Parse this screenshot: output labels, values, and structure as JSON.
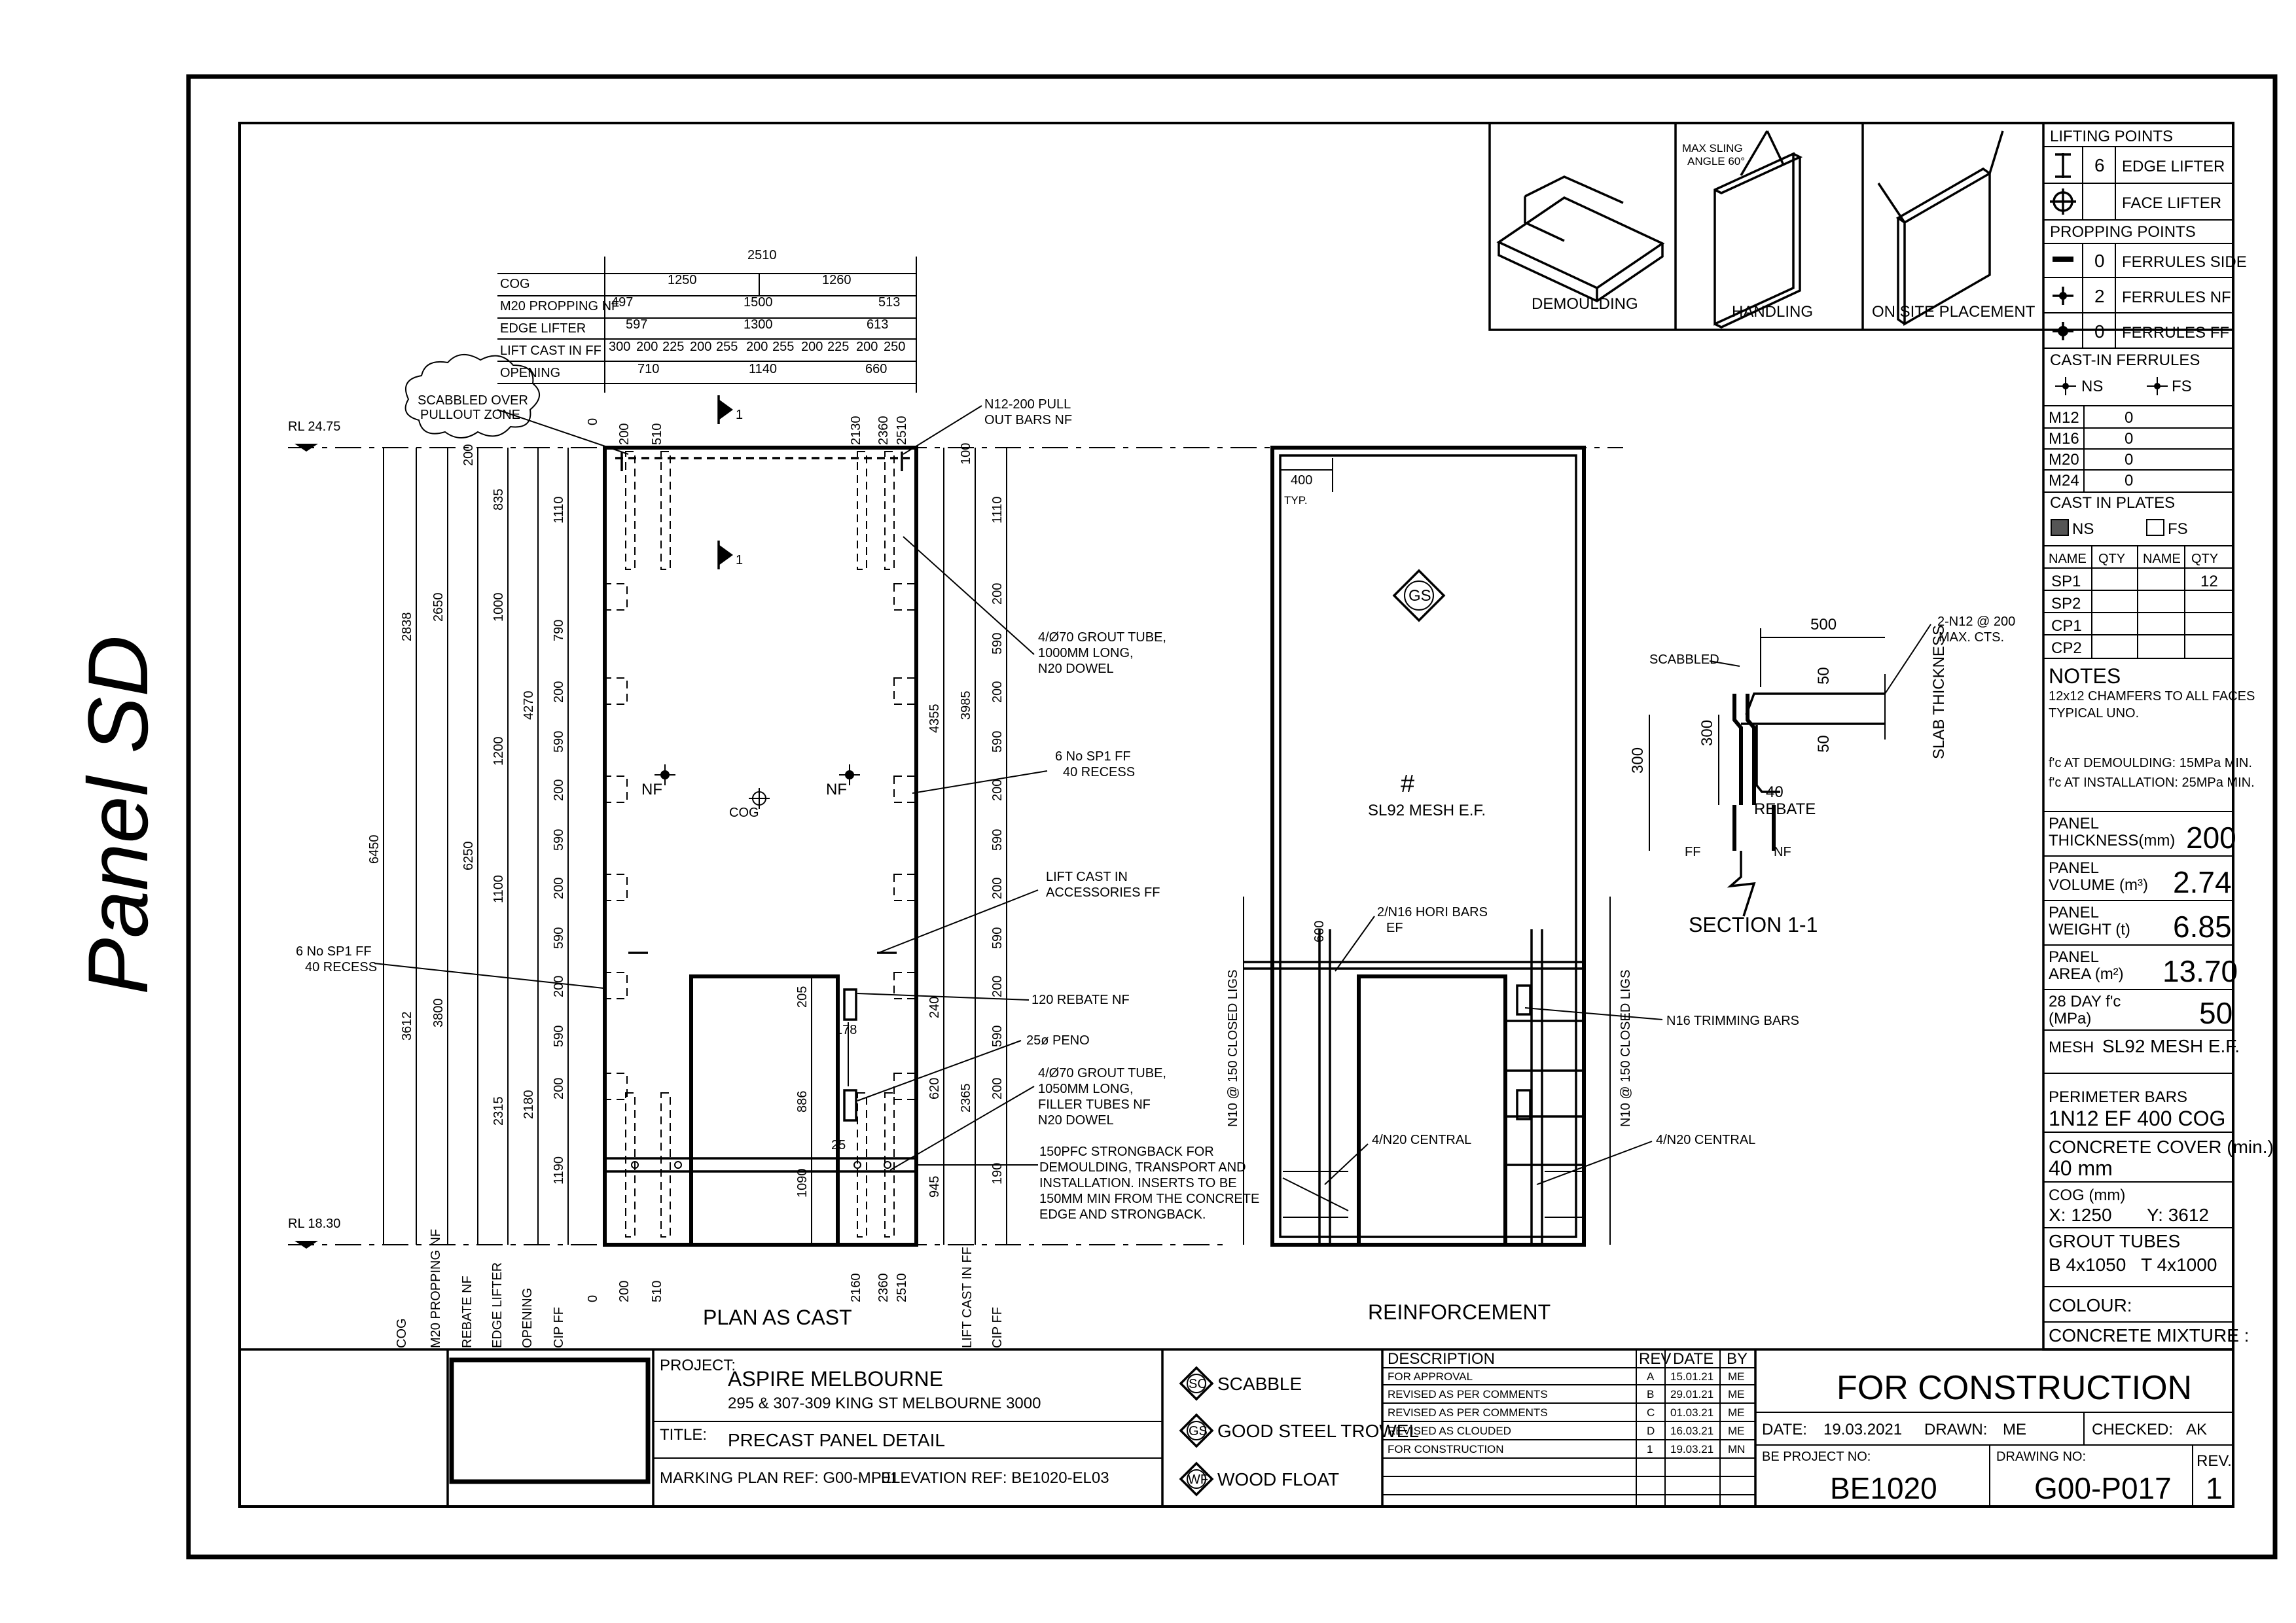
{
  "side_title": "Panel SD",
  "views": {
    "plan_label": "PLAN AS CAST",
    "reinforcement_label": "REINFORCEMENT",
    "section_label": "SECTION 1-1",
    "demoulding": "DEMOULDING",
    "handling": "HANDLING",
    "on_site": "ON SITE PLACEMENT",
    "max_sling": "MAX SLING",
    "angle": "ANGLE 60°"
  },
  "levels": {
    "top": "RL 24.75",
    "bottom": "RL 18.30"
  },
  "top_dim_rows": {
    "overall": "2510",
    "cog": {
      "label": "COG",
      "values": [
        "1250",
        "1260"
      ]
    },
    "propping": {
      "label": "M20 PROPPING NF",
      "values": [
        "497",
        "1500",
        "513"
      ]
    },
    "edge_lifter": {
      "label": "EDGE LIFTER",
      "values": [
        "597",
        "1300",
        "613"
      ]
    },
    "lift_cast": {
      "label": "LIFT CAST IN FF",
      "values": [
        "300",
        "200",
        "225",
        "200",
        "255",
        "200",
        "255",
        "200",
        "225",
        "200",
        "250"
      ]
    },
    "opening": {
      "label": "OPENING",
      "values": [
        "710",
        "1140",
        "660"
      ]
    }
  },
  "plan_dims": {
    "top_marks": [
      "0",
      "200",
      "510",
      "2130",
      "2360",
      "2510"
    ],
    "bottom_marks": [
      "0",
      "200",
      "510",
      "2160",
      "2360",
      "2510"
    ],
    "left_vertical": [
      "6450",
      "2838",
      "3612",
      "2650",
      "3800",
      "6250",
      "200",
      "835",
      "1000",
      "1200",
      "1100",
      "2315",
      "4270",
      "2180",
      "1110",
      "790",
      "200",
      "590",
      "200",
      "590",
      "200",
      "590",
      "200",
      "590",
      "200",
      "1190"
    ],
    "right_vertical": [
      "1110",
      "200",
      "590",
      "200",
      "590",
      "200",
      "590",
      "200",
      "590",
      "200",
      "590",
      "200",
      "190",
      "4355",
      "3985",
      "620",
      "2365",
      "945",
      "240",
      "100"
    ],
    "opening_dims": [
      "205",
      "886",
      "1090",
      "178",
      "25"
    ],
    "typ": "400",
    "typ_label": "TYP.",
    "reinf_opening_dim": "600"
  },
  "plan_labels": {
    "cog": "COG",
    "nf": "NF",
    "marker_1": "1",
    "bottom_labels": [
      "COG",
      "M20 PROPPING NF",
      "REBATE NF",
      "EDGE LIFTER",
      "OPENING",
      "CIP FF"
    ],
    "bottom_right_labels": [
      "LIFT CAST IN FF",
      "CIP FF"
    ]
  },
  "callouts": {
    "scabbled": "SCABBLED OVER\nPULLOUT ZONE",
    "pull_out": "N12-200 PULL\nOUT BARS NF",
    "grout_tube_1": "4/Ø70 GROUT TUBE,\n1000MM LONG,\nN20 DOWEL",
    "sp1_right": "6 No SP1 FF\n40 RECESS",
    "lift_cast": "LIFT CAST IN\nACCESSORIES FF",
    "sp1_left": "6 No SP1 FF\n40 RECESS",
    "rebate": "120 REBATE NF",
    "peno": "25ø PENO",
    "grout_tube_2": "4/Ø70 GROUT TUBE,\n1050MM LONG,\nFILLER TUBES NF\nN20 DOWEL",
    "strongback": "150PFC STRONGBACK FOR\nDEMOULDING, TRANSPORT AND\nINSTALLATION. INSERTS TO BE\n150MM MIN FROM THE CONCRETE\nEDGE AND STRONGBACK."
  },
  "reinforcement": {
    "mesh": "SL92 MESH E.F.",
    "hori_bars": "2/N16 HORI BARS\nEF",
    "trimming": "N16 TRIMMING BARS",
    "central_1": "4/N20 CENTRAL",
    "central_2": "4/N20 CENTRAL",
    "closed_ligs_1": "N10 @ 150 CLOSED LIGS",
    "closed_ligs_2": "N10 @ 150 CLOSED LIGS",
    "gs": "GS"
  },
  "section": {
    "dim_500": "500",
    "dim_300a": "300",
    "dim_300b": "300",
    "dim_50a": "50",
    "dim_50b": "50",
    "dim_40": "40",
    "rebate": "REBATE",
    "scabbled": "SCABBLED",
    "bars": "2-N12 @ 200\nMAX. CTS.",
    "slab": "SLAB THICKNESS",
    "ff": "FF",
    "nf": "NF"
  },
  "side_table": {
    "lifting_title": "LIFTING POINTS",
    "lifting": [
      {
        "qty": "6",
        "label": "EDGE LIFTER"
      },
      {
        "qty": "",
        "label": "FACE LIFTER"
      }
    ],
    "propping_title": "PROPPING POINTS",
    "propping": [
      {
        "qty": "0",
        "label": "FERRULES SIDE"
      },
      {
        "qty": "2",
        "label": "FERRULES NF"
      },
      {
        "qty": "0",
        "label": "FERRULES FF"
      }
    ],
    "cast_in_ferrules": "CAST-IN FERRULES",
    "ns": "NS",
    "fs": "FS",
    "ferrules": [
      {
        "size": "M12",
        "qty": "0"
      },
      {
        "size": "M16",
        "qty": "0"
      },
      {
        "size": "M20",
        "qty": "0"
      },
      {
        "size": "M24",
        "qty": "0"
      }
    ],
    "cast_in_plates": "CAST IN PLATES",
    "plate_headers": [
      "NAME",
      "QTY",
      "NAME",
      "QTY"
    ],
    "plates": [
      {
        "name": "SP1",
        "qty": "",
        "name2": "",
        "qty2": "12"
      },
      {
        "name": "SP2",
        "qty": "",
        "name2": "",
        "qty2": ""
      },
      {
        "name": "CP1",
        "qty": "",
        "name2": "",
        "qty2": ""
      },
      {
        "name": "CP2",
        "qty": "",
        "name2": "",
        "qty2": ""
      }
    ],
    "notes_title": "NOTES",
    "notes": [
      "12x12 CHAMFERS TO ALL FACES",
      "TYPICAL UNO.",
      "f'c AT DEMOULDING: 15MPa MIN.",
      "f'c AT INSTALLATION: 25MPa MIN."
    ],
    "panel_thickness_label": "PANEL\nTHICKNESS(mm)",
    "panel_thickness": "200",
    "panel_volume_label": "PANEL\nVOLUME (m³)",
    "panel_volume": "2.74",
    "panel_weight_label": "PANEL\nWEIGHT (t)",
    "panel_weight": "6.85",
    "panel_area_label": "PANEL\nAREA (m²)",
    "panel_area": "13.70",
    "fc_label": "28 DAY f'c\n(MPa)",
    "fc": "50",
    "mesh_label": "MESH",
    "mesh": "SL92 MESH E.F.",
    "perimeter_label": "PERIMETER BARS",
    "perimeter": "1N12 EF 400 COG",
    "cover_label": "CONCRETE COVER (min.)",
    "cover": "40 mm",
    "cog_label": "COG (mm)",
    "cog_x": "X: 1250",
    "cog_y": "Y: 3612",
    "grout_label": "GROUT TUBES",
    "grout": "B 4x1050   T 4x1000",
    "colour": "COLOUR:",
    "mixture": "CONCRETE MIXTURE :"
  },
  "title_block": {
    "project_label": "PROJECT:",
    "project": "ASPIRE MELBOURNE",
    "address": "295 & 307-309 KING ST MELBOURNE 3000",
    "title_label": "TITLE:",
    "title": "PRECAST PANEL DETAIL",
    "marking_ref": "MARKING PLAN REF: G00-MP01",
    "elevation_ref": "ELEVATION REF: BE1020-EL03",
    "finishes": [
      {
        "code": "SC",
        "label": "SCABBLE"
      },
      {
        "code": "GS",
        "label": "GOOD STEEL TROWEL"
      },
      {
        "code": "WF",
        "label": "WOOD FLOAT"
      }
    ],
    "rev_headers": [
      "DESCRIPTION",
      "REV",
      "DATE",
      "BY"
    ],
    "revisions": [
      {
        "desc": "FOR APPROVAL",
        "rev": "A",
        "date": "15.01.21",
        "by": "ME"
      },
      {
        "desc": "REVISED AS PER COMMENTS",
        "rev": "B",
        "date": "29.01.21",
        "by": "ME"
      },
      {
        "desc": "REVISED AS PER COMMENTS",
        "rev": "C",
        "date": "01.03.21",
        "by": "ME"
      },
      {
        "desc": "REVISED AS CLOUDED",
        "rev": "D",
        "date": "16.03.21",
        "by": "ME"
      },
      {
        "desc": "FOR CONSTRUCTION",
        "rev": "1",
        "date": "19.03.21",
        "by": "MN"
      }
    ],
    "status": "FOR CONSTRUCTION",
    "date_label": "DATE:",
    "date": "19.03.2021",
    "drawn_label": "DRAWN:",
    "drawn": "ME",
    "checked_label": "CHECKED:",
    "checked": "AK",
    "project_no_label": "BE PROJECT NO:",
    "project_no": "BE1020",
    "drawing_no_label": "DRAWING NO:",
    "drawing_no": "G00-P017",
    "rev_label": "REV.",
    "rev": "1"
  }
}
